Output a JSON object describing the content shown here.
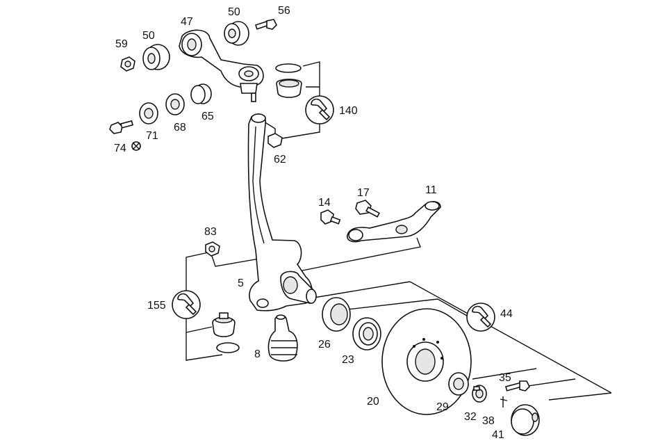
{
  "diagram": {
    "labels": {
      "p59": "59",
      "p50a": "50",
      "p47": "47",
      "p50b": "50",
      "p56": "56",
      "p65": "65",
      "p68": "68",
      "p71": "71",
      "p74": "74",
      "p140": "140",
      "p62": "62",
      "p14": "14",
      "p17": "17",
      "p11": "11",
      "p83": "83",
      "p5": "5",
      "p155": "155",
      "p8": "8",
      "p26": "26",
      "p23": "23",
      "p44": "44",
      "p20": "20",
      "p29": "29",
      "p35": "35",
      "p32": "32",
      "p38": "38",
      "p41": "41"
    },
    "icons": {
      "wrench": "wrench-icon",
      "marker": "x-circle-icon"
    }
  }
}
